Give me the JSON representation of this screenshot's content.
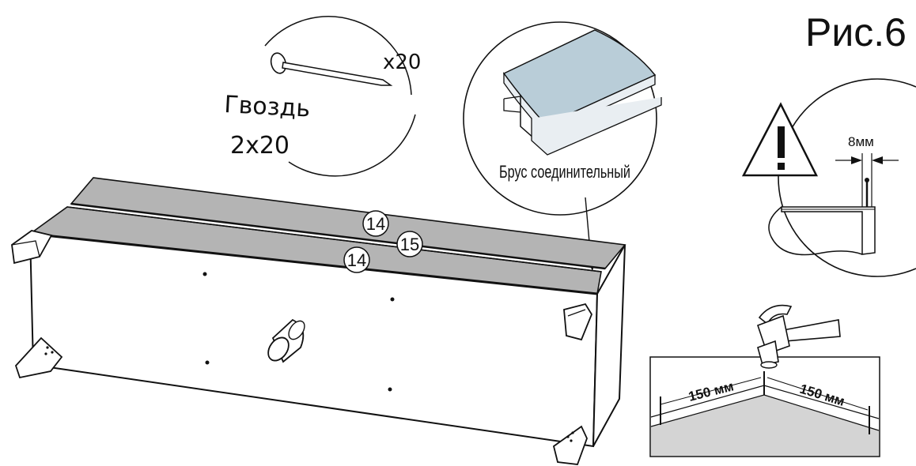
{
  "figure": {
    "title": "Рис.6"
  },
  "nail_callout": {
    "quantity": "x20",
    "name": "Гвоздь",
    "size": "2x20",
    "icon": "nail-icon"
  },
  "connector_callout": {
    "label": "Брус соединительный",
    "icon": "connector-profile-icon"
  },
  "warning_callout": {
    "gap_label": "8мм",
    "icon": "warning-triangle-icon"
  },
  "hammer_detail": {
    "spacing_left": "150 мм",
    "spacing_right": "150 мм",
    "icon": "hammer-icon"
  },
  "part_labels": {
    "panel_back": "14",
    "connector": "15",
    "panel_front": "14"
  },
  "colors": {
    "panel": "#b4b4b4",
    "connector_profile": "#b9cdd8",
    "floor": "#d4d4d4",
    "line": "#111111"
  }
}
